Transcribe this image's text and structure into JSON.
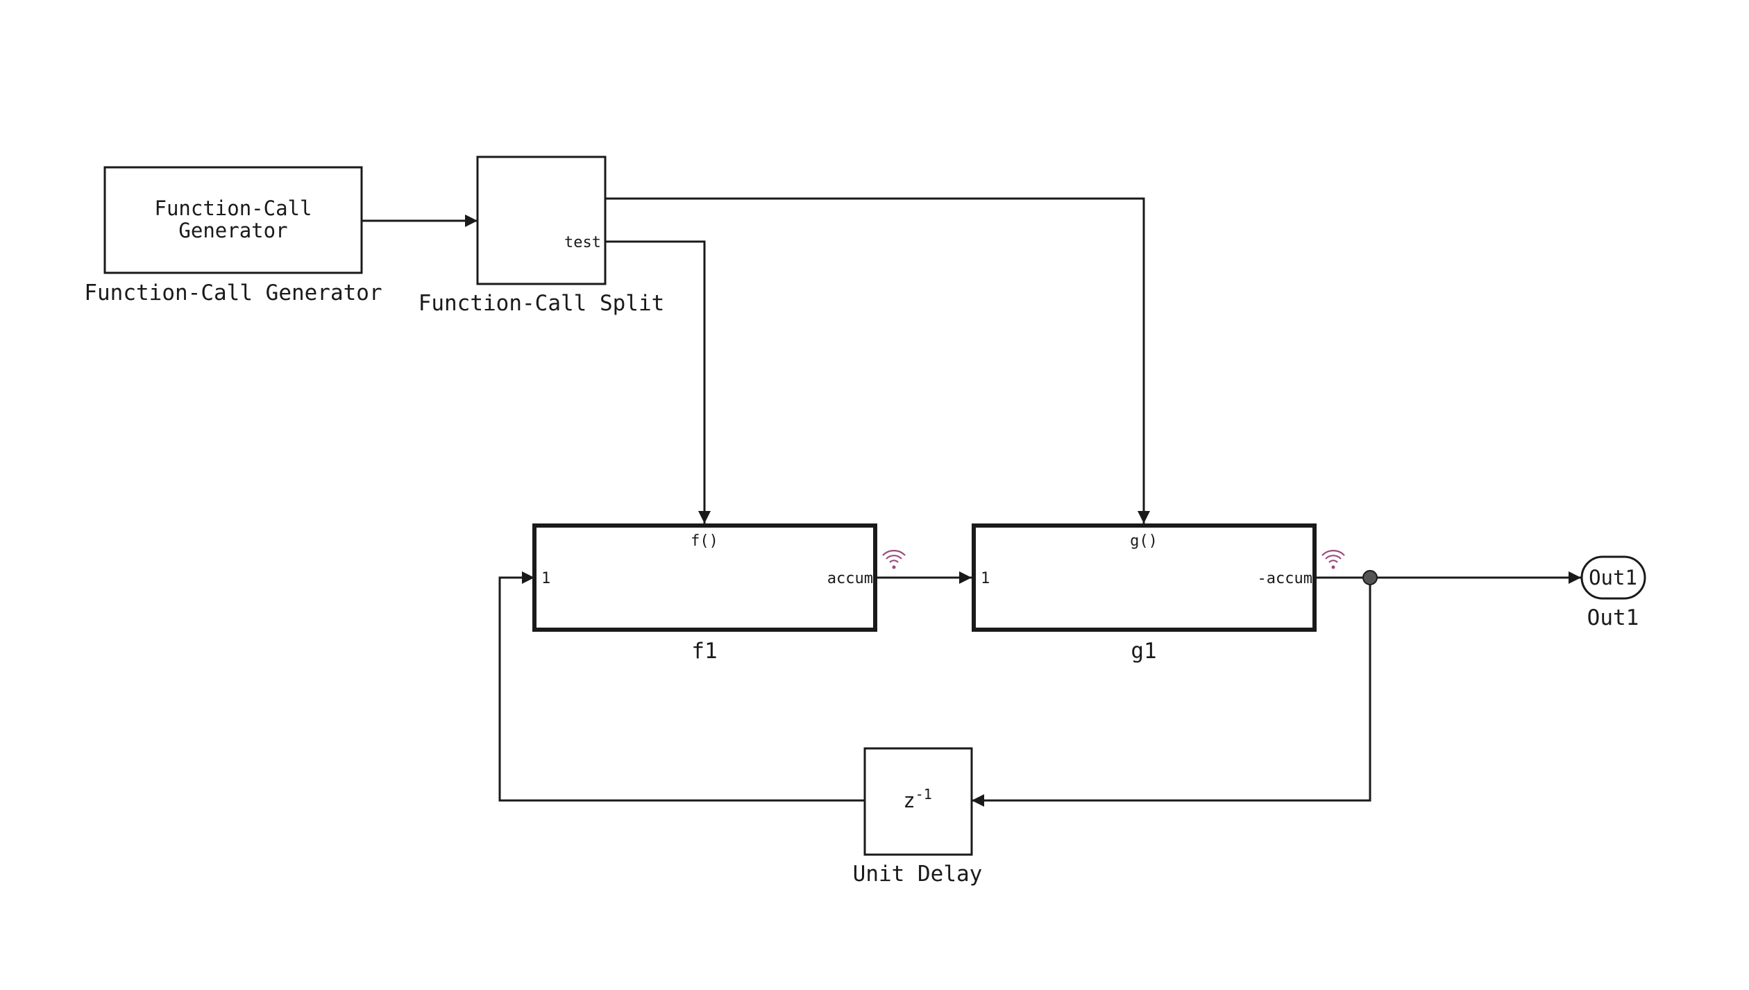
{
  "blocks": {
    "fcgen": {
      "text_line1": "Function-Call",
      "text_line2": "Generator",
      "label": "Function-Call Generator"
    },
    "split": {
      "port": "test",
      "label": "Function-Call Split"
    },
    "f1": {
      "trigger": "f()",
      "in_port": "1",
      "out_port": "accum",
      "label": "f1"
    },
    "g1": {
      "trigger": "g()",
      "in_port": "1",
      "out_port": "-accum",
      "label": "g1"
    },
    "unit_delay": {
      "base": "z",
      "exponent": "-1",
      "label": "Unit Delay"
    },
    "out1": {
      "text": "Out1",
      "label": "Out1"
    }
  },
  "icons": {
    "signal_log": "signal-logging-wifi-icon"
  },
  "colors": {
    "line": "#1a1a1a",
    "log_icon": "#9c4a7c",
    "branch_dot": "#555555"
  }
}
